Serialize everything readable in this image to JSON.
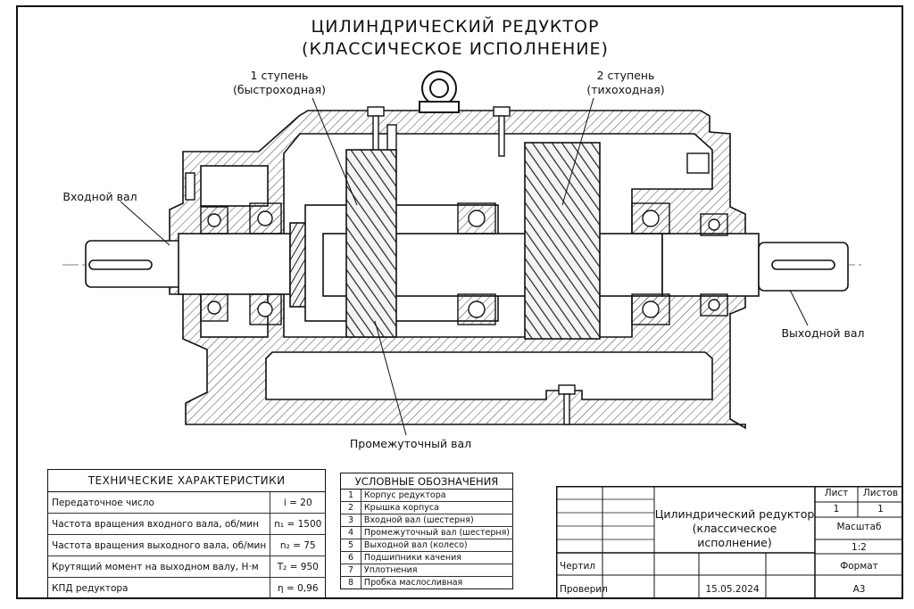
{
  "title": {
    "line1": "ЦИЛИНДРИЧЕСКИЙ РЕДУКТОР",
    "line2": "(КЛАССИЧЕСКОЕ ИСПОЛНЕНИЕ)"
  },
  "labels": {
    "stage1": {
      "line1": "1 ступень",
      "line2": "(быстроходная)"
    },
    "stage2": {
      "line1": "2 ступень",
      "line2": "(тихоходная)"
    },
    "input_shaft": "Входной вал",
    "output_shaft": "Выходной вал",
    "intermediate_shaft": "Промежуточный вал"
  },
  "tech": {
    "header": "ТЕХНИЧЕСКИЕ ХАРАКТЕРИСТИКИ",
    "rows": [
      {
        "name": "Передаточное число",
        "value": "i = 20"
      },
      {
        "name": "Частота вращения входного вала, об/мин",
        "value": "n₁ = 1500"
      },
      {
        "name": "Частота вращения выходного вала, об/мин",
        "value": "n₂ = 75"
      },
      {
        "name": "Крутящий момент на выходном валу, Н·м",
        "value": "T₂ = 950"
      },
      {
        "name": "КПД редуктора",
        "value": "η = 0,96"
      }
    ]
  },
  "legend": {
    "header": "УСЛОВНЫЕ ОБОЗНАЧЕНИЯ",
    "rows": [
      {
        "n": "1",
        "text": "Корпус редуктора"
      },
      {
        "n": "2",
        "text": "Крышка корпуса"
      },
      {
        "n": "3",
        "text": "Входной вал (шестерня)"
      },
      {
        "n": "4",
        "text": "Промежуточный вал (шестерня)"
      },
      {
        "n": "5",
        "text": "Выходной вал (колесо)"
      },
      {
        "n": "6",
        "text": "Подшипники качения"
      },
      {
        "n": "7",
        "text": "Уплотнения"
      },
      {
        "n": "8",
        "text": "Пробка маслосливная"
      }
    ]
  },
  "stamp": {
    "name_line1": "Цилиндрический редуктор",
    "name_line2": "(классическое исполнение)",
    "sheet_label": "Лист",
    "sheets_label": "Листов",
    "sheet": "1",
    "sheets": "1",
    "scale_label": "Масштаб",
    "scale": "1:2",
    "drew_label": "Чертил",
    "checked_label": "Проверил",
    "date": "15.05.2024",
    "format_label": "Формат",
    "format": "А3"
  }
}
